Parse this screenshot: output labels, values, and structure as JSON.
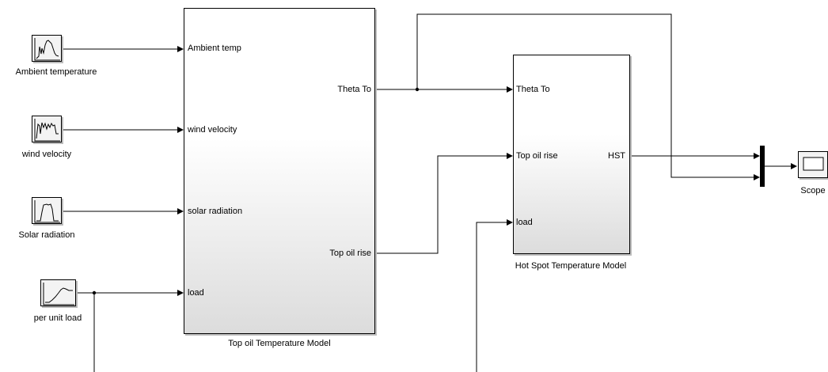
{
  "sources": {
    "ambient": {
      "label": "Ambient temperature"
    },
    "wind": {
      "label": "wind velocity"
    },
    "solar": {
      "label": "Solar radiation"
    },
    "load": {
      "label": "per unit load"
    }
  },
  "top_oil_model": {
    "title": "Top oil Temperature Model",
    "inputs": [
      "Ambient temp",
      "wind velocity",
      "solar radiation",
      "load"
    ],
    "outputs": [
      "Theta To",
      "Top oil rise"
    ]
  },
  "hot_spot_model": {
    "title": "Hot Spot Temperature Model",
    "inputs": [
      "Theta To",
      "Top oil rise",
      "load"
    ],
    "outputs": [
      "HST"
    ]
  },
  "scope": {
    "label": "Scope"
  }
}
